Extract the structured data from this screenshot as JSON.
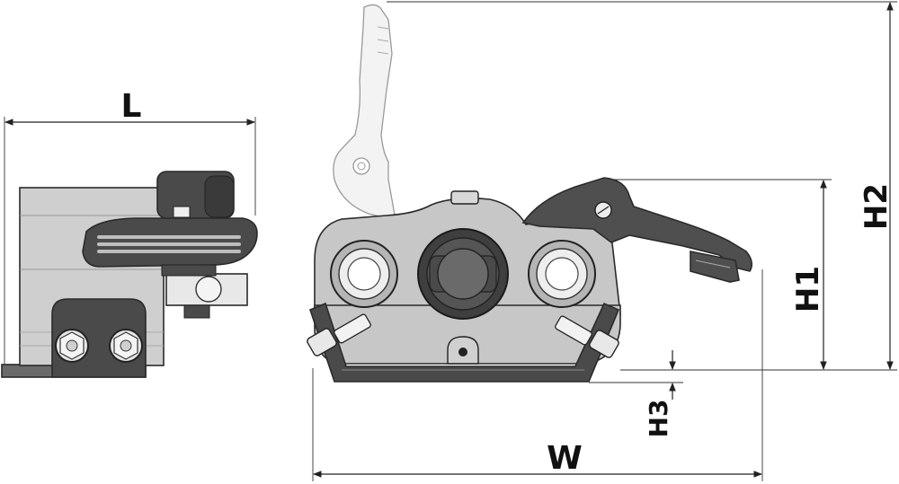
{
  "dimensions": {
    "length": "L",
    "width": "W",
    "height_1": "H1",
    "height_2": "H2",
    "height_3": "H3"
  },
  "colors": {
    "body_fill": "#c9c9c9",
    "dark_part": "#4a4a4a",
    "lever_ghost": "#f2f2f2",
    "line": "#222222"
  }
}
